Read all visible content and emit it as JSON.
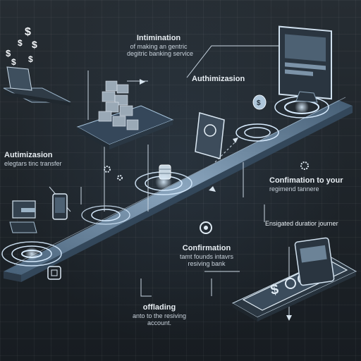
{
  "steps": [
    {
      "title": "Intimination",
      "desc_lines": [
        "of making an gentric",
        "degitric banking service"
      ]
    },
    {
      "title": "Authimizasion",
      "desc_lines": []
    },
    {
      "title": "Autimizasion",
      "desc_lines": [
        "elegtars tinc transfer"
      ]
    },
    {
      "title": "Confimation to your",
      "desc_lines": [
        "regimend tannere"
      ]
    },
    {
      "title": "Ensigated duratior journer",
      "desc_lines": []
    },
    {
      "title": "Confirmation",
      "desc_lines": [
        "tamt founds intavrs",
        "resiving bank"
      ]
    },
    {
      "title": "offlading",
      "desc_lines": [
        "anto to the resiving",
        "account."
      ]
    }
  ],
  "icons": [
    "dollar-sign-icon",
    "laptop-icon",
    "server-stack-icon",
    "monitor-icon",
    "smartphone-icon",
    "tablet-icon",
    "coin-icon",
    "gear-icon",
    "fingerprint-icon"
  ],
  "colors": {
    "background": "#1d2329",
    "path": "#5f7e9c",
    "path_light": "#9fc0dc",
    "text": "#e8eef3",
    "accent": "#b8d6ee"
  }
}
